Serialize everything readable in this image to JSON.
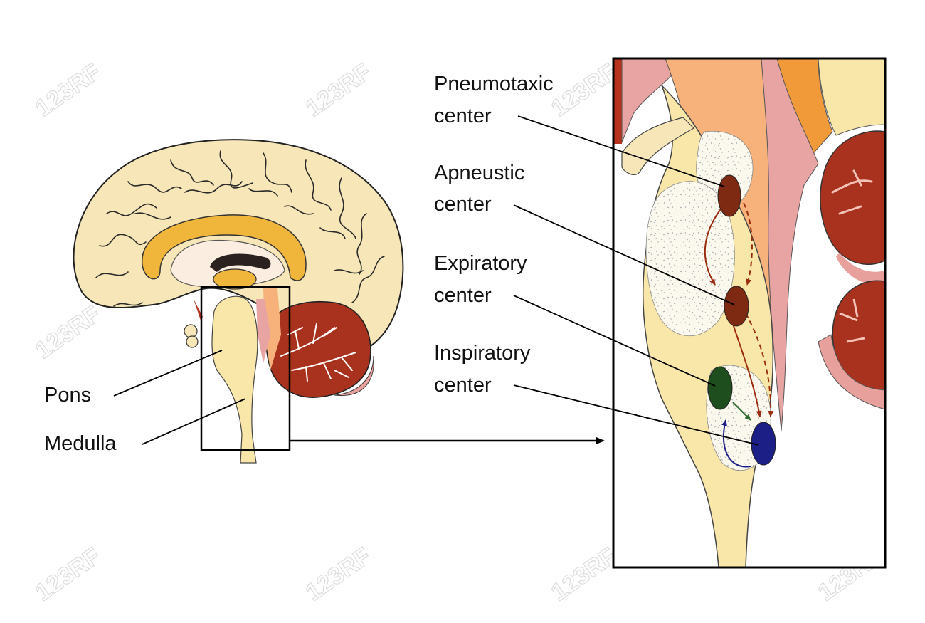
{
  "labels": {
    "pons": "Pons",
    "medulla": "Medulla",
    "pneumotaxic": [
      "Pneumotaxic",
      "center"
    ],
    "apneustic": [
      "Apneustic",
      "center"
    ],
    "expiratory": [
      "Expiratory",
      "center"
    ],
    "inspiratory": [
      "Inspiratory",
      "center"
    ]
  },
  "watermark": "123RF",
  "colors": {
    "cortex": "#f6e6b8",
    "corpus_callosum": "#f0b63c",
    "brainstem": "#f9e7a9",
    "cerebellum": "#a8321e",
    "cerebellum_rim": "#e7a09c",
    "pneumotaxic_center": "#7e2a12",
    "apneustic_center": "#7e2a12",
    "expiratory_center": "#1e4d1e",
    "inspiratory_center": "#1c1f86",
    "orange_tract": "#f6b27a",
    "pink_tract": "#e8a3a3"
  }
}
